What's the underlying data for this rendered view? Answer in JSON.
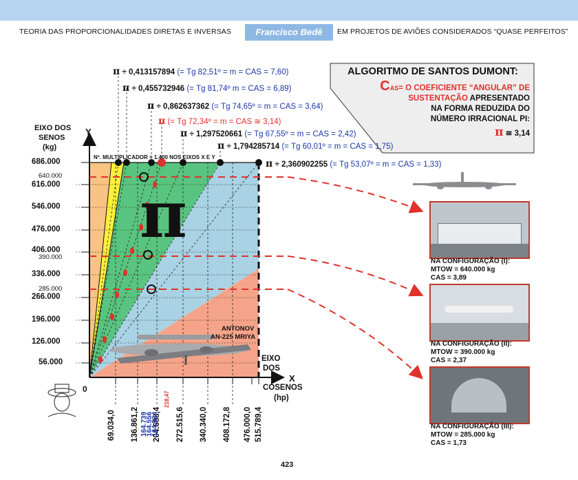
{
  "header": {
    "left": "TEORIA DAS PROPORCIONALIDADES DIRETAS E INVERSAS",
    "author": "Francisco Bedê",
    "right": "EM PROJETOS DE AVIÕES CONSIDERADOS “QUASE PERFEITOS”"
  },
  "axes": {
    "y_title_1": "EIXO DOS",
    "y_title_2": "SENOS",
    "y_unit": "(kg)",
    "y_letter": "Y",
    "x_title_1": "EIXO",
    "x_title_2": "DOS",
    "x_letter": "X",
    "x_title_3": "COSENOS",
    "x_unit": "(hp)",
    "origin": "0",
    "top_note": "Nº. MULTIPLICADOR = 1.400 NOS EIXOS X E Y",
    "y_ticks": [
      "686.000",
      "616.000",
      "546.000",
      "476.000",
      "406.000",
      "336.000",
      "266.000",
      "196.000",
      "126.000",
      "56.000"
    ],
    "y_special": [
      "640.000",
      "390.000",
      "285.000"
    ],
    "x_ticks": [
      "69.034,0",
      "136.861,2",
      "204.688,4",
      "272.515,6",
      "340.340,0",
      "408.172,8",
      "476.000,0",
      "515.789,4"
    ],
    "x_special_blue": [
      "164.739",
      "164.556",
      "164.524"
    ],
    "x_special_red": "218,47"
  },
  "slopes": [
    {
      "pi": "π",
      "value": "÷ 0,413157894",
      "text": "(= Tg 82,51º = m = CAS = 7,60)"
    },
    {
      "pi": "π",
      "value": "÷ 0,455732946",
      "text": "(= Tg 81,74º  m = CAS = 6,89)"
    },
    {
      "pi": "π",
      "value": "÷ 0,862637362",
      "text": "(= Tg 74,65º = m = CAS = 3,64)"
    },
    {
      "pi": "π",
      "value": "",
      "text": "(= Tg 72,34º = m = CAS ≅ 3,14)"
    },
    {
      "pi": "π",
      "value": "÷ 1,297520661",
      "text": "(= Tg 67,55º = m = CAS = 2,42)"
    },
    {
      "pi": "π",
      "value": "÷ 1,794285714",
      "text": "(= Tg 60,01º = m =  CAS = 1,75)"
    },
    {
      "pi": "π",
      "value": "÷ 2,360902255",
      "text": "(= Tg 53,07º = m = CAS = 1,33)"
    }
  ],
  "algorithm": {
    "title": "ALGORITMO DE SANTOS DUMONT:",
    "c": "C",
    "cas_sub": "AS",
    "line1": "= O COEFICIENTE “ANGULAR” DE",
    "line2a": "SUSTENTAÇÃO",
    "line2b": " APRESENTADO",
    "line3": "NA FORMA REDUZIDA DO",
    "line4": "NÚMERO IRRACIONAL PI:",
    "pi": "π",
    "approx": "≅ 3,14"
  },
  "big_pi": "π",
  "plane_label_1": "ANTONOV",
  "plane_label_2": "AN-225 MRIYA",
  "configs": [
    {
      "title": "NA CONFIGURAÇÃO (I):",
      "mtow": "MTOW = 640.000 kg",
      "cas": "CAS = 3,89"
    },
    {
      "title": "NA CONFIGURAÇÃO (II):",
      "mtow": "MTOW = 390.000 kg",
      "cas": "CAS = 2,37"
    },
    {
      "title": "NA CONFIGURAÇÃO (III):",
      "mtow": "MTOW = 285.000 kg",
      "cas": "CAS = 1,73"
    }
  ],
  "page_number": "423",
  "colors": {
    "topbar": "#b6d4f0",
    "author_bg": "#8eb8e4",
    "red_accent": "#e0312a",
    "blue_text": "#1a36a8"
  }
}
